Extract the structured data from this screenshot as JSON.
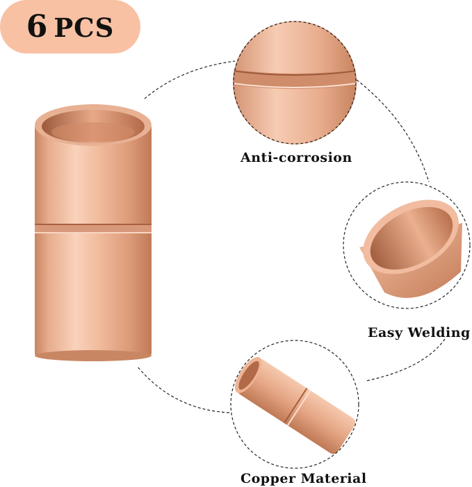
{
  "badge": {
    "count": "6",
    "unit": "PCS"
  },
  "features": [
    {
      "label": "Anti-corrosion"
    },
    {
      "label": "Easy Welding"
    },
    {
      "label": "Copper Material"
    }
  ],
  "colors": {
    "badge": "#f8c1a3",
    "copper_light": "#f6c8ad",
    "copper_mid": "#e0a382",
    "copper_dark": "#b8724f"
  }
}
